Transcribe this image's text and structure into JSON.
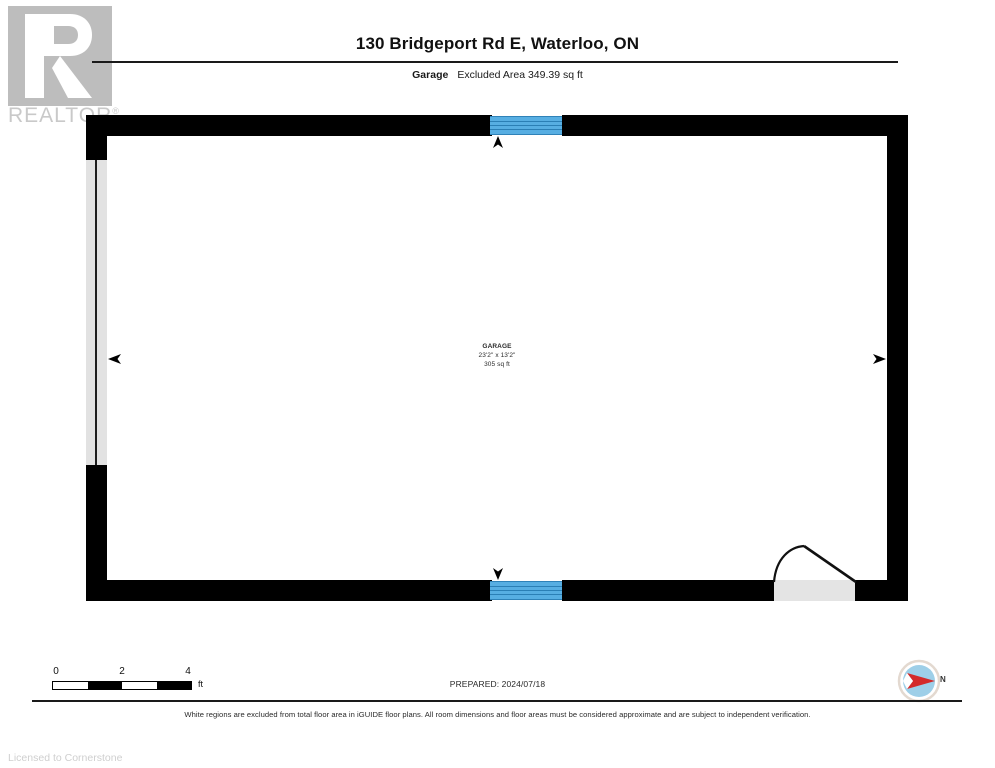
{
  "document": {
    "title": "130 Bridgeport Rd E, Waterloo, ON",
    "level_name": "Garage",
    "excluded_area": "Excluded Area 349.39 sq ft",
    "prepared": "PREPARED: 2024/07/18",
    "disclaimer": "White regions are excluded from total floor area in iGUIDE floor plans. All room dimensions and floor areas must be considered approximate and are subject to independent verification.",
    "license_note": "Licensed to Cornerstone"
  },
  "watermark": {
    "brand": "REALTOR",
    "registered_mark": "®"
  },
  "rooms": [
    {
      "name": "GARAGE",
      "dimensions": "23'2\" x 13'2\"",
      "area": "305 sq ft"
    }
  ],
  "scale": {
    "labels": [
      "0",
      "2",
      "4"
    ],
    "unit": "ft"
  },
  "compass": {
    "north_label": "N",
    "needle_color": "#d42a2a",
    "dial_color": "#9ecfe8"
  },
  "colors": {
    "wall": "#000000",
    "window": "#57aee2",
    "window_line": "#2f82b8",
    "excluded_wall": "#e2e2e2",
    "door_threshold": "#e4e4e4",
    "watermark": "#bdbdbd"
  }
}
